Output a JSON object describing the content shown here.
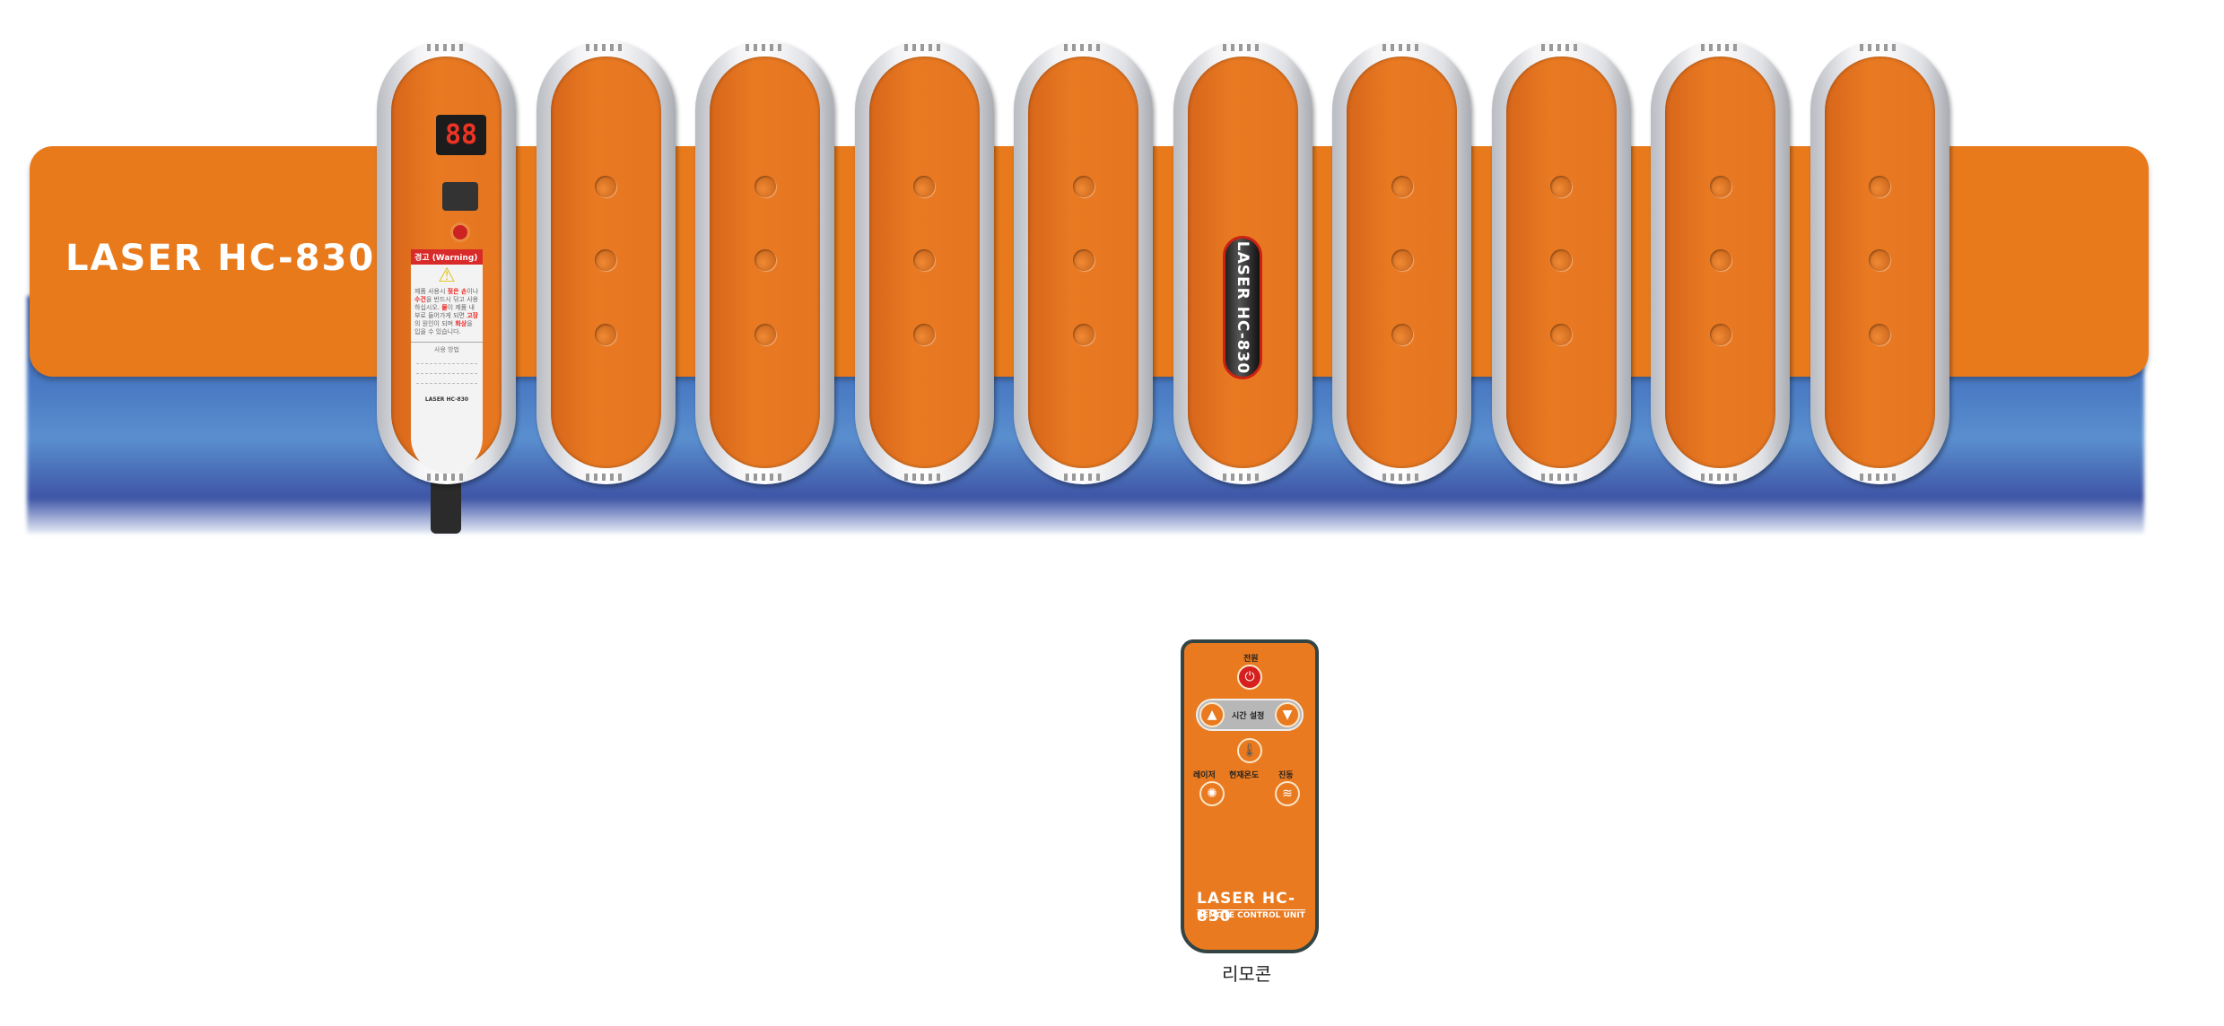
{
  "device": {
    "brand": "LASER HC-830",
    "pad_count": 10
  },
  "controller": {
    "display": "88",
    "warning_title": "경고 (Warning)",
    "warning_text_parts": [
      "제품 사용시 ",
      "젖은 손",
      "이나 ",
      "수건",
      "을 반드시 닦고 사용하십시오. ",
      "물",
      "이 제품 내부로 들어가게 되면 ",
      "고장",
      "의 원인이 되며 ",
      "화상",
      "을 입을 수 있습니다."
    ],
    "usage_title": "사용 방법",
    "model": "LASER HC-830"
  },
  "center_label": "LASER HC-830",
  "remote": {
    "power": "전원",
    "time_setting": "시간 설정",
    "laser": "레이저",
    "current_temp": "현재온도",
    "vibration": "진동",
    "brand": "LASER HC-830",
    "subtitle": "REMOTE CONTROL UNIT",
    "caption": "리모콘"
  }
}
